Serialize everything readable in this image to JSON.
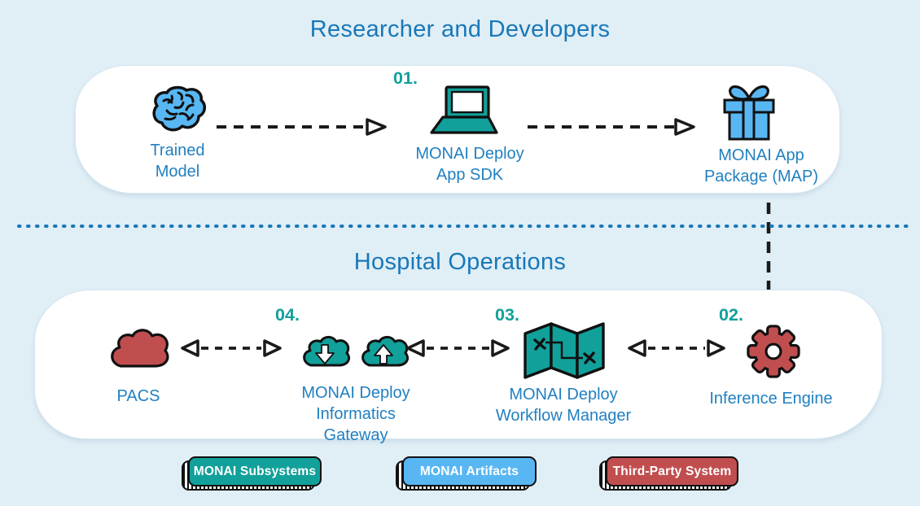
{
  "colors": {
    "background": "#E0EEF6",
    "panel": "#FFFFFF",
    "title_blue": "#1878B8",
    "label_blue": "#2180C0",
    "teal": "#12A09A",
    "light_blue": "#58B7F3",
    "red": "#C14E4F",
    "outline": "#111111"
  },
  "sections": {
    "researchers": {
      "title": "Researcher and Developers",
      "nodes": [
        {
          "icon": "brain-icon",
          "label": "Trained\nModel"
        },
        {
          "step": "01.",
          "icon": "laptop-icon",
          "label": "MONAI Deploy\nApp SDK"
        },
        {
          "icon": "gift-icon",
          "label": "MONAI App\nPackage (MAP)"
        }
      ]
    },
    "hospital": {
      "title": "Hospital Operations",
      "nodes": [
        {
          "icon": "cloud-icon",
          "label": "PACS"
        },
        {
          "step": "04.",
          "icon": "cloud-transfer-icon",
          "label": "MONAI Deploy\nInformatics Gateway"
        },
        {
          "step": "03.",
          "icon": "map-icon",
          "label": "MONAI Deploy\nWorkflow Manager"
        },
        {
          "step": "02.",
          "icon": "gear-icon",
          "label": "Inference Engine"
        }
      ]
    }
  },
  "legend": [
    {
      "label": "MONAI Subsystems",
      "color": "#12A09A"
    },
    {
      "label": "MONAI Artifacts",
      "color": "#58B7F3"
    },
    {
      "label": "Third-Party System",
      "color": "#C14E4F"
    }
  ]
}
